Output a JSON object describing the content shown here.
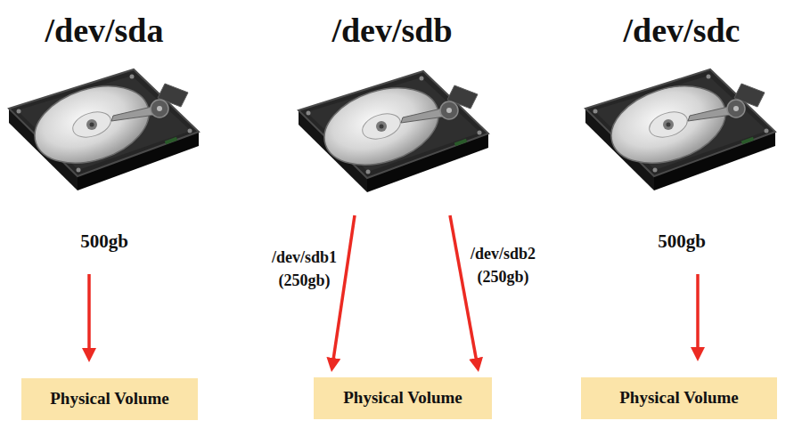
{
  "diagram": {
    "nodes": [
      {
        "text": [
          "/dev/sda",
          "500gb"
        ]
      },
      {
        "text": [
          "/dev/sdb"
        ]
      },
      {
        "text": [
          "/dev/sdc",
          "500gb"
        ]
      },
      {
        "text": [
          "Physical Volume"
        ]
      },
      {
        "text": [
          "Physical Volume"
        ]
      },
      {
        "text": [
          "Physical Volume"
        ]
      }
    ],
    "edges": [
      {
        "from": 0,
        "to": 3,
        "arrow": "to"
      },
      {
        "from": 1,
        "to": 4,
        "label": "/dev/sdb1 (250gb)",
        "arrow": "to"
      },
      {
        "from": 1,
        "to": 4,
        "label": "/dev/sdb2 (250gb)",
        "arrow": "to"
      },
      {
        "from": 2,
        "to": 5,
        "arrow": "to"
      }
    ]
  }
}
